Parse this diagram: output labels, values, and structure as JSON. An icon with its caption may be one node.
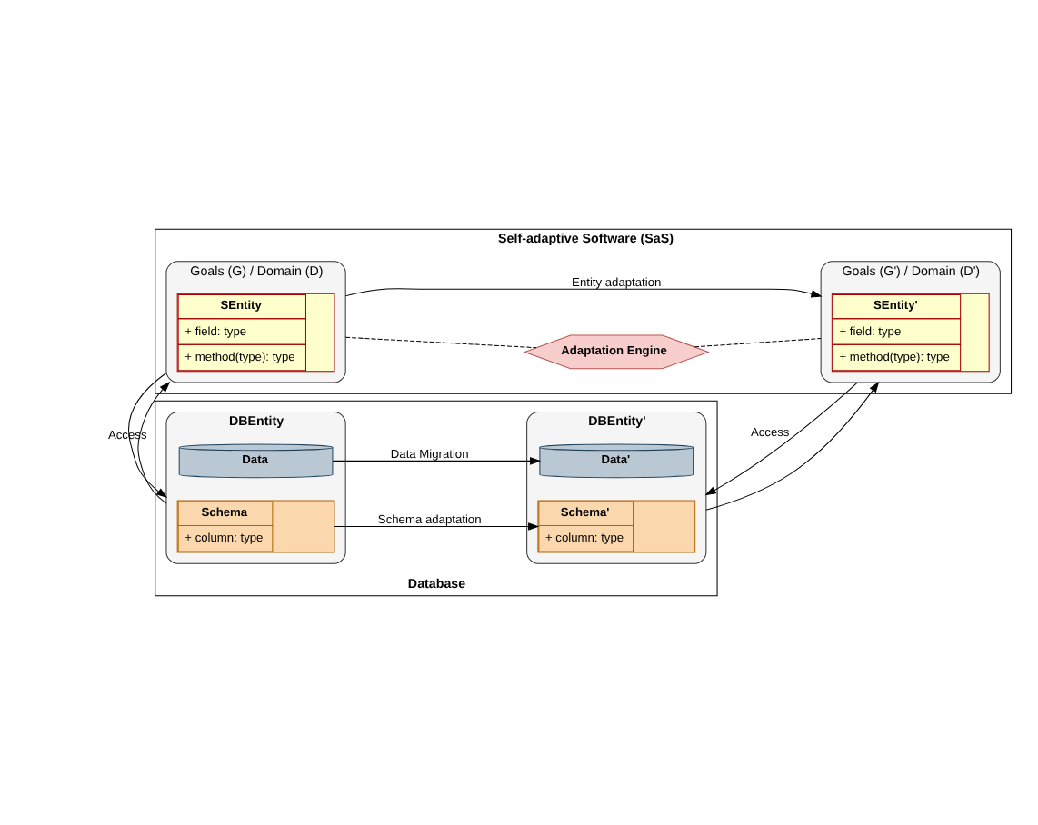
{
  "diagram": {
    "nodes": [
      {
        "text": [
          "Self-adaptive Software (SaS)"
        ]
      },
      {
        "text": [
          "Goals (G) / Domain (D)"
        ],
        "in": 0
      },
      {
        "text": [
          "SEntity",
          "+ field: type",
          "+ method(type): type"
        ],
        "in": 1
      },
      {
        "text": [
          "Adaptation Engine"
        ],
        "in": 0
      },
      {
        "text": [
          "Goals (G') / Domain (D')"
        ],
        "in": 0
      },
      {
        "text": [
          "SEntity'",
          "+ field: type",
          "+ method(type): type"
        ],
        "in": 4
      },
      {
        "text": [
          "Database"
        ]
      },
      {
        "text": [
          "DBEntity"
        ],
        "in": 6
      },
      {
        "text": [
          "Schema",
          "+ column: type"
        ],
        "in": 7
      },
      {
        "text": [
          "Data"
        ],
        "in": 7
      },
      {
        "text": [
          "DBEntity'"
        ],
        "in": 6
      },
      {
        "text": [
          "Schema'",
          "+ column: type"
        ],
        "in": 10
      },
      {
        "text": [
          "Data'"
        ],
        "in": 10
      }
    ],
    "edges": [
      {
        "from": 1,
        "to": 4,
        "arrow": "to",
        "label": "Entity adaptation"
      },
      {
        "from": 1,
        "to": 3,
        "arrow": "none",
        "style": "dashed"
      },
      {
        "from": 3,
        "to": 4,
        "arrow": "none",
        "style": "dashed"
      },
      {
        "from": 1,
        "to": 7,
        "arrow": "to",
        "label": "Access"
      },
      {
        "from": 7,
        "to": 1,
        "arrow": "to"
      },
      {
        "from": 4,
        "to": 10,
        "arrow": "to",
        "label": "Access"
      },
      {
        "from": 10,
        "to": 4,
        "arrow": "to"
      },
      {
        "from": 8,
        "to": 11,
        "arrow": "to",
        "label": "Schema adaptation"
      },
      {
        "from": 9,
        "to": 12,
        "arrow": "to",
        "label": "Data Migration"
      }
    ]
  }
}
